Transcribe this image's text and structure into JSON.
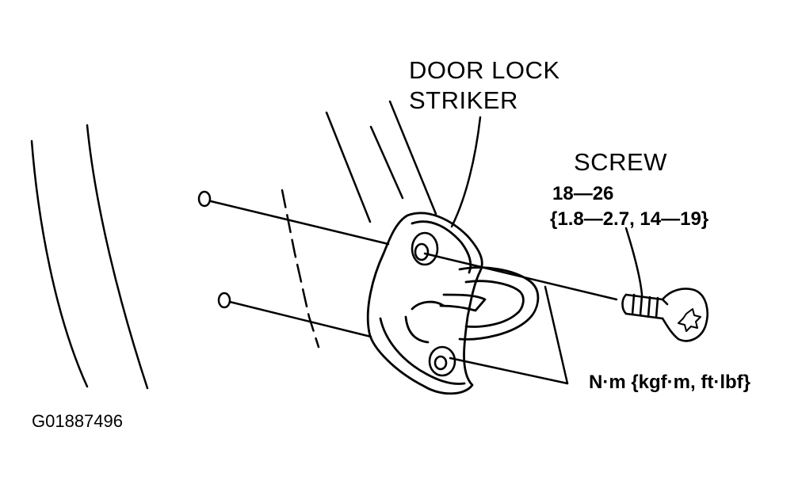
{
  "labels": {
    "striker_line1": "DOOR LOCK",
    "striker_line2": "STRIKER",
    "screw": "SCREW",
    "torque_primary": "18—26",
    "torque_alt": "{1.8—2.7, 14—19}",
    "units": "N·m {kgf·m, ft·lbf}",
    "figure_id": "G01887496"
  },
  "colors": {
    "ink": "#000000",
    "paper": "#ffffff"
  }
}
